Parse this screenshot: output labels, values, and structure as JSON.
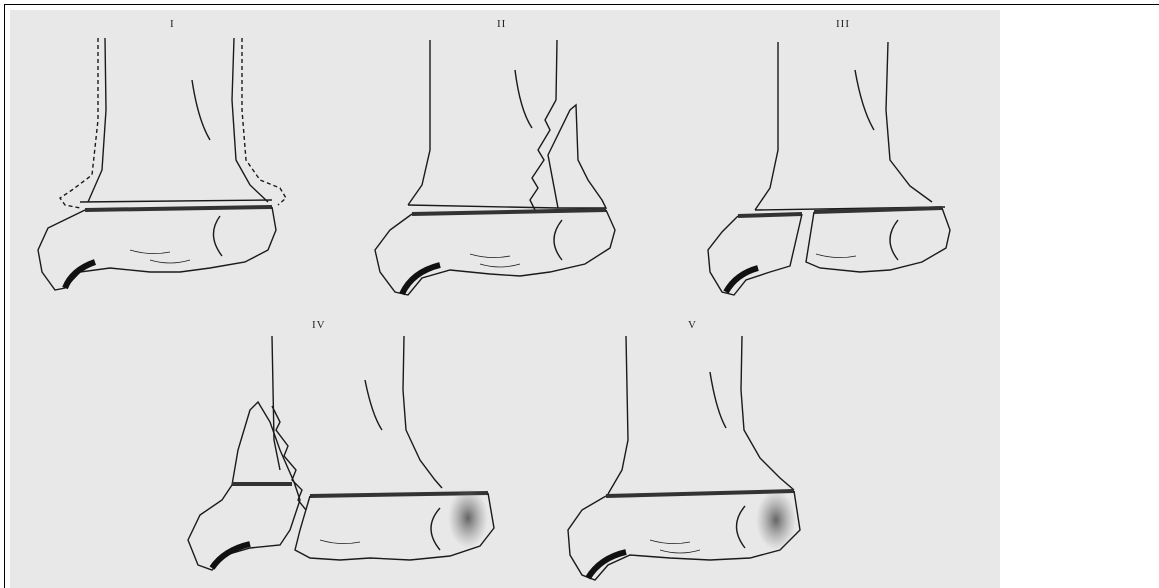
{
  "figure": {
    "labels": [
      "I",
      "II",
      "III",
      "IV",
      "V"
    ]
  },
  "colors": {
    "background": "#e8e8e8",
    "line": "#1a1a1a",
    "physis": "#333333"
  }
}
